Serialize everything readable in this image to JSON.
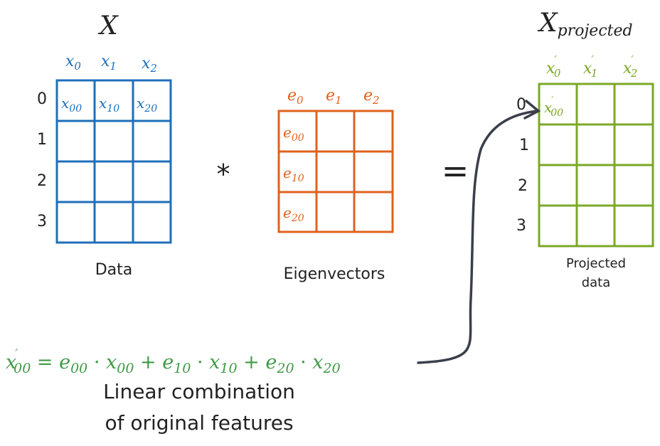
{
  "colors": {
    "data": "#1f6fb8",
    "eigen": "#e0621c",
    "projected": "#7ba828",
    "formula": "#3f9a45",
    "arrow": "#3a3f4a",
    "text": "#222222"
  },
  "data_matrix": {
    "title": "X",
    "columns": [
      "x0",
      "x1",
      "x2"
    ],
    "rows": [
      "0",
      "1",
      "2",
      "3"
    ],
    "first_row_cells": [
      "x00",
      "x10",
      "x20"
    ],
    "caption": "Data"
  },
  "operator": "*",
  "eigen_matrix": {
    "columns": [
      "e0",
      "e1",
      "e2"
    ],
    "first_col_cells": [
      "e00",
      "e10",
      "e20"
    ],
    "caption": "Eigenvectors"
  },
  "equals": "=",
  "projected_matrix": {
    "title_base": "X",
    "title_sub": "projected",
    "columns": [
      "x0'",
      "x1'",
      "x2'"
    ],
    "rows": [
      "0",
      "1",
      "2",
      "3"
    ],
    "first_cell": "x00'",
    "caption_line1": "Projected",
    "caption_line2": "data"
  },
  "formula": {
    "text": "x00' = e00 · x00 + e10 · x10 + e20 · x20"
  },
  "explanation": {
    "line1": "Linear combination",
    "line2": "of original features"
  }
}
